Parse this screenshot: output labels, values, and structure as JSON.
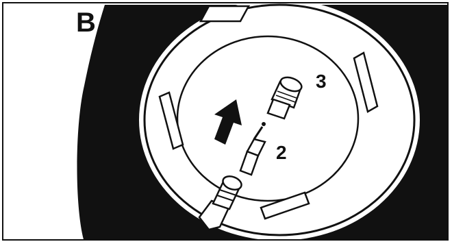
{
  "panel": {
    "letter": "B"
  },
  "callouts": {
    "cap": "3",
    "core": "2"
  },
  "icons": {
    "tire": "tire-icon",
    "valve_stem": "valve-stem-icon",
    "valve_cap": "valve-cap-icon",
    "valve_core": "valve-core-icon",
    "arrow": "arrow-up-icon"
  },
  "colors": {
    "ink": "#111111",
    "paper": "#ffffff"
  }
}
